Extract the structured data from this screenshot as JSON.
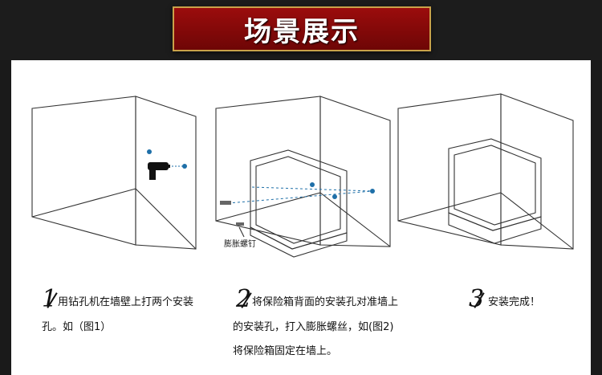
{
  "header": {
    "title": "场景展示"
  },
  "scene2": {
    "anchor_label": "膨胀螺钉"
  },
  "steps": [
    {
      "number": "1",
      "lines": [
        "用钻孔机在墙壁上打两个安装",
        "孔。如（图1）"
      ]
    },
    {
      "number": "2",
      "lines": [
        "将保险箱背面的安装孔对准墙上",
        "的安装孔，打入膨胀螺丝，如(图2)",
        "将保险箱固定在墙上。"
      ]
    },
    {
      "number": "3",
      "lines": [
        "安装完成！"
      ]
    }
  ],
  "colors": {
    "title_bg": "#8b0a0a",
    "title_border": "#c9a24a",
    "marker": "#1e6fa8"
  }
}
